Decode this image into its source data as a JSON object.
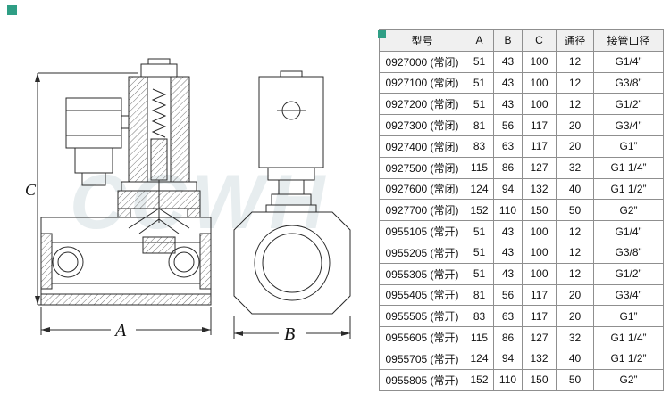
{
  "page": {
    "background": "#ffffff"
  },
  "decor": {
    "accent_color": "#2f9e85",
    "watermark_text": "CCWH"
  },
  "drawing": {
    "dim_label_a": "A",
    "dim_label_b": "B",
    "dim_label_c": "C"
  },
  "table": {
    "headers": [
      "型号",
      "A",
      "B",
      "C",
      "通径",
      "接管口径"
    ],
    "rows": [
      [
        "0927000 (常闭)",
        "51",
        "43",
        "100",
        "12",
        "G1/4”"
      ],
      [
        "0927100 (常闭)",
        "51",
        "43",
        "100",
        "12",
        "G3/8”"
      ],
      [
        "0927200 (常闭)",
        "51",
        "43",
        "100",
        "12",
        "G1/2”"
      ],
      [
        "0927300 (常闭)",
        "81",
        "56",
        "117",
        "20",
        "G3/4”"
      ],
      [
        "0927400 (常闭)",
        "83",
        "63",
        "117",
        "20",
        "G1”"
      ],
      [
        "0927500 (常闭)",
        "115",
        "86",
        "127",
        "32",
        "G1 1/4”"
      ],
      [
        "0927600 (常闭)",
        "124",
        "94",
        "132",
        "40",
        "G1 1/2”"
      ],
      [
        "0927700 (常闭)",
        "152",
        "110",
        "150",
        "50",
        "G2”"
      ],
      [
        "0955105 (常开)",
        "51",
        "43",
        "100",
        "12",
        "G1/4”"
      ],
      [
        "0955205 (常开)",
        "51",
        "43",
        "100",
        "12",
        "G3/8”"
      ],
      [
        "0955305 (常开)",
        "51",
        "43",
        "100",
        "12",
        "G1/2”"
      ],
      [
        "0955405 (常开)",
        "81",
        "56",
        "117",
        "20",
        "G3/4”"
      ],
      [
        "0955505 (常开)",
        "83",
        "63",
        "117",
        "20",
        "G1”"
      ],
      [
        "0955605 (常开)",
        "115",
        "86",
        "127",
        "32",
        "G1 1/4”"
      ],
      [
        "0955705 (常开)",
        "124",
        "94",
        "132",
        "40",
        "G1 1/2”"
      ],
      [
        "0955805 (常开)",
        "152",
        "110",
        "150",
        "50",
        "G2”"
      ]
    ]
  }
}
